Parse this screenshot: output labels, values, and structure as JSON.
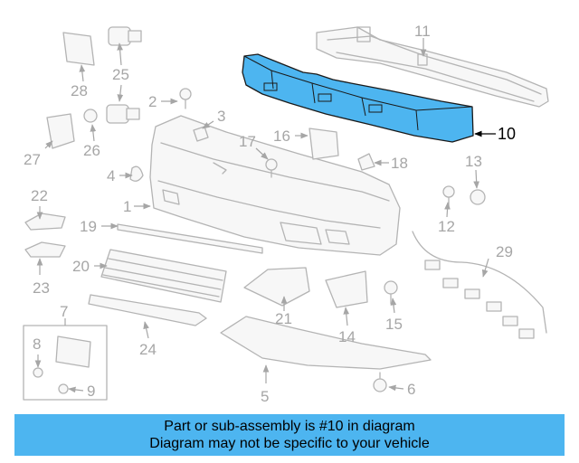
{
  "diagram": {
    "highlight_color": "#4db5f0",
    "highlight_callout": "10",
    "callouts": {
      "c1": "1",
      "c2": "2",
      "c3": "3",
      "c4": "4",
      "c5": "5",
      "c6": "6",
      "c7": "7",
      "c8": "8",
      "c9": "9",
      "c10": "10",
      "c11": "11",
      "c12": "12",
      "c13": "13",
      "c14": "14",
      "c15": "15",
      "c16": "16",
      "c17": "17",
      "c18": "18",
      "c19": "19",
      "c20": "20",
      "c21": "21",
      "c22": "22",
      "c23": "23",
      "c24": "24",
      "c25": "25",
      "c26": "26",
      "c27": "27",
      "c28": "28",
      "c29": "29"
    }
  },
  "footer": {
    "line1": "Part or sub-assembly is #10 in diagram",
    "line2": "Diagram may not be specific to your vehicle",
    "background": "#4db5f0"
  }
}
